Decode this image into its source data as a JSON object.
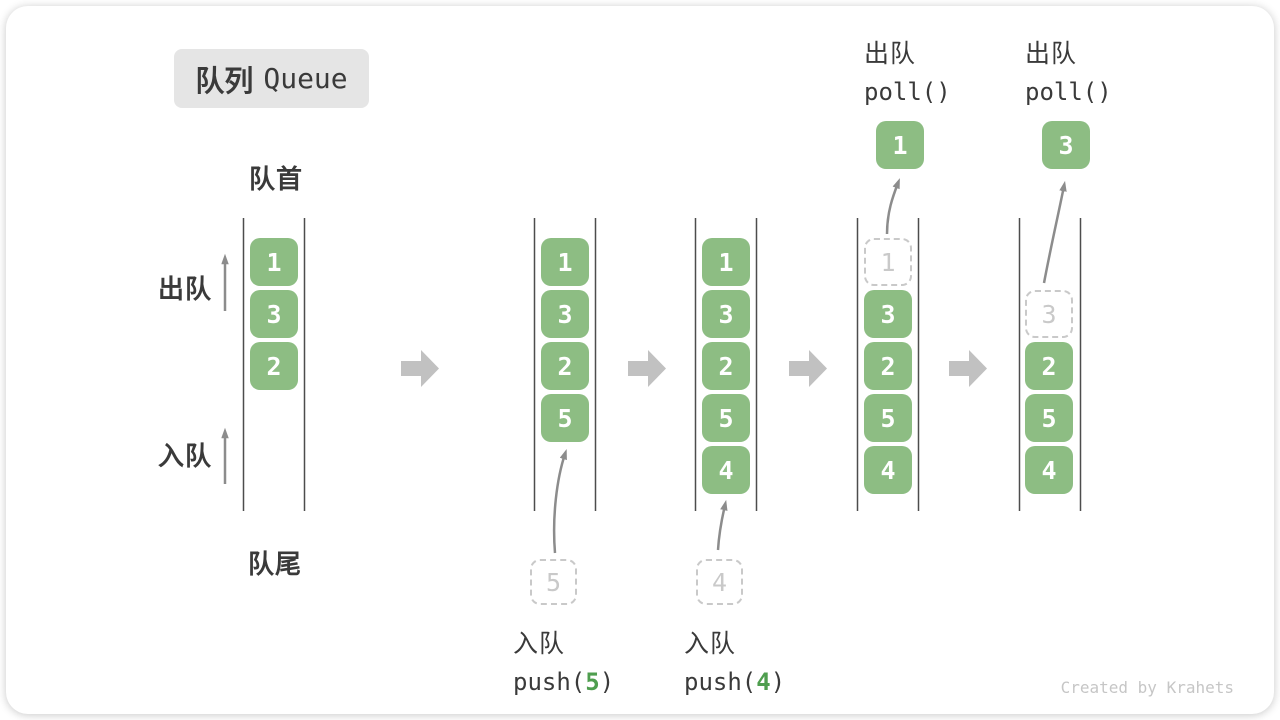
{
  "title": {
    "zh": "队列",
    "en": "Queue"
  },
  "side_labels": {
    "front": "队首",
    "rear": "队尾",
    "dequeue": "出队",
    "enqueue": "入队"
  },
  "columns": [
    {
      "boxes": [
        "1",
        "3",
        "2"
      ]
    },
    {
      "boxes": [
        "1",
        "3",
        "2",
        "5"
      ],
      "pending": "5",
      "op": {
        "zh": "入队",
        "pre": "push(",
        "arg": "5",
        "post": ")"
      }
    },
    {
      "boxes": [
        "1",
        "3",
        "2",
        "5",
        "4"
      ],
      "pending": "4",
      "op": {
        "zh": "入队",
        "pre": "push(",
        "arg": "4",
        "post": ")"
      }
    },
    {
      "ghost": "1",
      "boxes": [
        "3",
        "2",
        "5",
        "4"
      ],
      "out": "1",
      "op": {
        "zh": "出队",
        "code": "poll()"
      }
    },
    {
      "ghost": "3",
      "boxes": [
        "2",
        "5",
        "4"
      ],
      "out": "3",
      "op": {
        "zh": "出队",
        "code": "poll()"
      }
    }
  ],
  "watermark": "Created by Krahets",
  "colors": {
    "box_green": "#8dbd83",
    "accent_green": "#4f9e4f",
    "block_arrow_gray": "#c1c1c1",
    "thin_arrow_gray": "#8c8c8c",
    "queue_line": "#4d4d4d",
    "ghost_gray": "#c9c9c9",
    "badge_bg": "#e5e5e5",
    "text_dark": "#3a3a3a"
  }
}
